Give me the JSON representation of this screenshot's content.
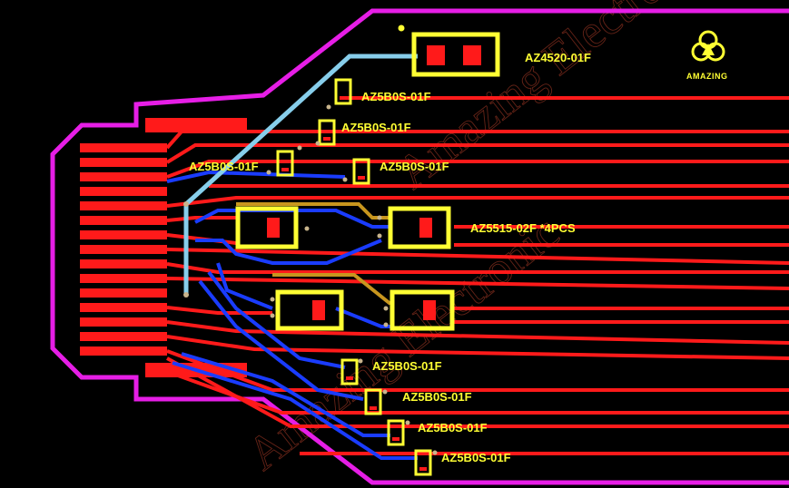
{
  "colors": {
    "background": "#000000",
    "outline": "#e61ee6",
    "trace_red": "#ff1a1a",
    "trace_blue": "#1a3cff",
    "trace_light_blue": "#87ceeb",
    "trace_gold": "#c8961e",
    "component_outline": "#ffff33"
  },
  "logo": {
    "text": "AMAZING",
    "icon": "amazing-logo-icon"
  },
  "watermark": {
    "line1": "Amazing Electronic",
    "line2": "Amazing Electronic"
  },
  "labels": {
    "az4520": "AZ4520-01F",
    "az5b0s_1": "AZ5B0S-01F",
    "az5b0s_2": "AZ5B0S-01F",
    "az5b0s_3": "AZ5B0S-01F",
    "az5b0s_4": "AZ5B0S-01F",
    "az5515": "AZ5515-02F *4PCS",
    "az5b0s_5": "AZ5B0S-01F",
    "az5b0s_6": "AZ5B0S-01F",
    "az5b0s_7": "AZ5B0S-01F",
    "az5b0s_8": "AZ5B0S-01F"
  }
}
